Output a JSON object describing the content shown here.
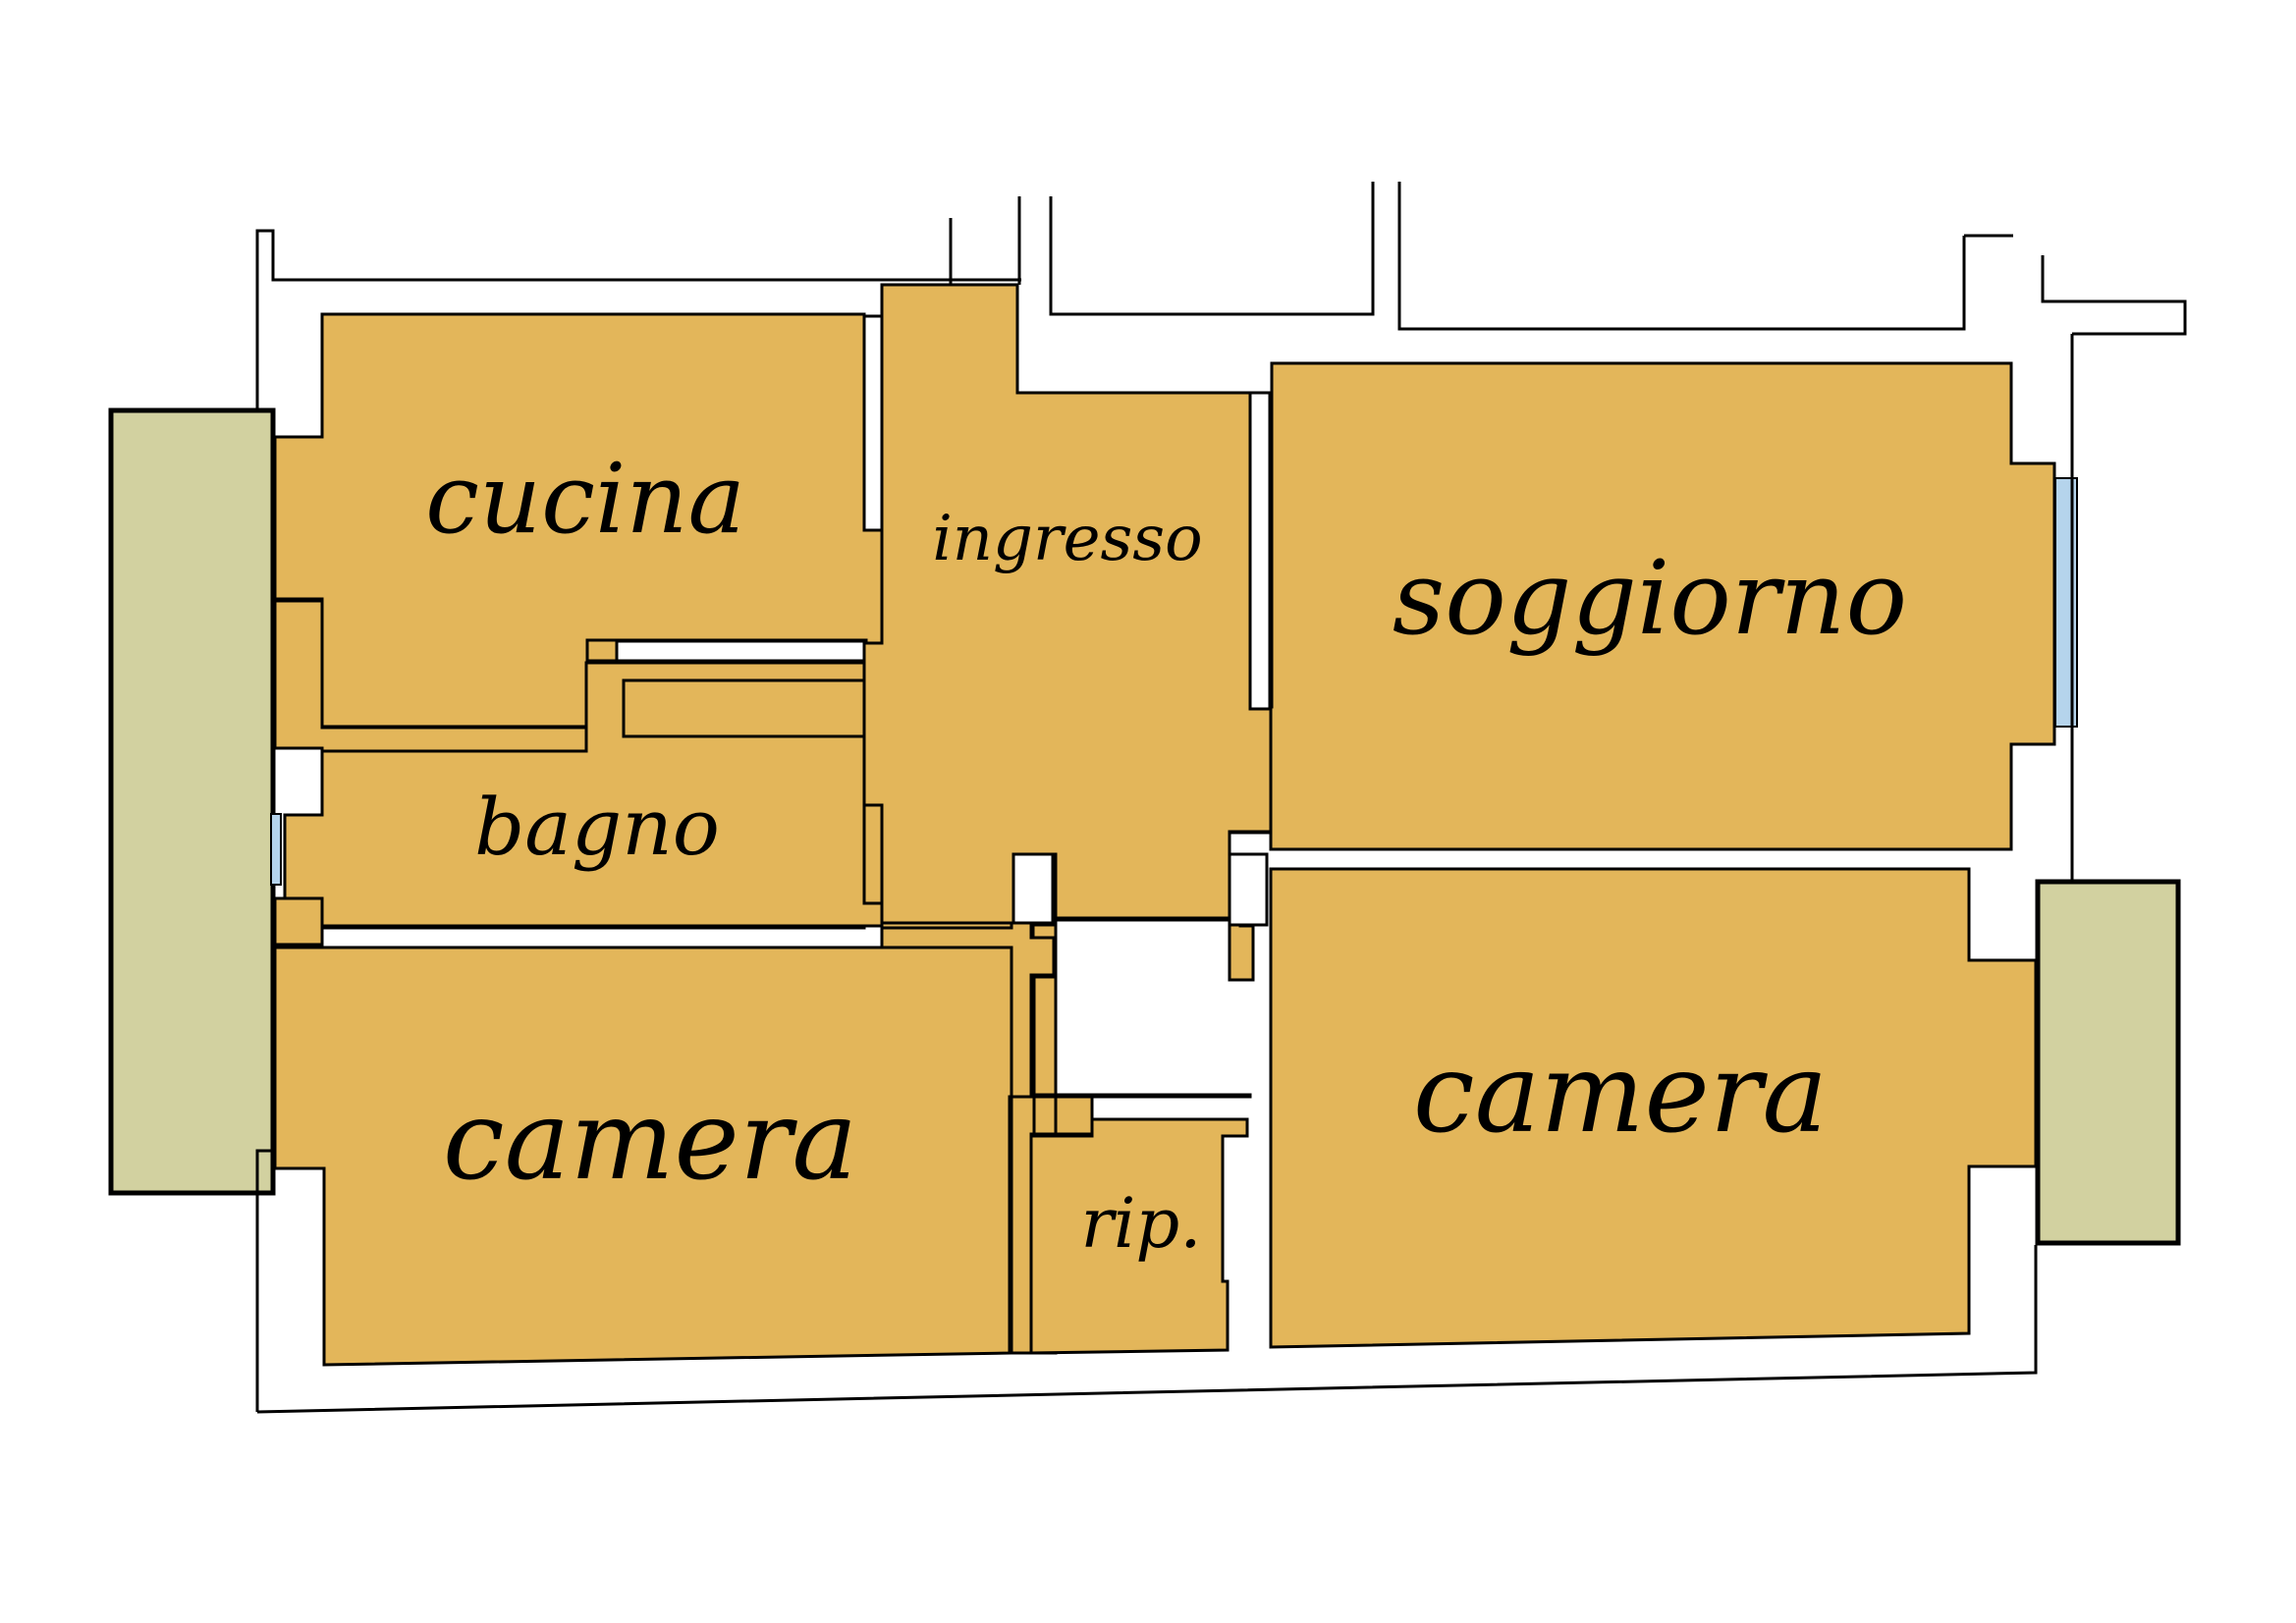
{
  "rooms": {
    "cucina": "cucina",
    "ingresso": "ingresso",
    "soggiorno": "soggiorno",
    "bagno": "bagno",
    "camera_left": "camera",
    "camera_right": "camera",
    "ripostiglio": "rip."
  },
  "colors": {
    "room_fill": "#e3b65a",
    "balcony_fill": "#d2d1a0",
    "window_fill": "#b5d4ec",
    "wall": "#000000",
    "background": "#ffffff"
  }
}
